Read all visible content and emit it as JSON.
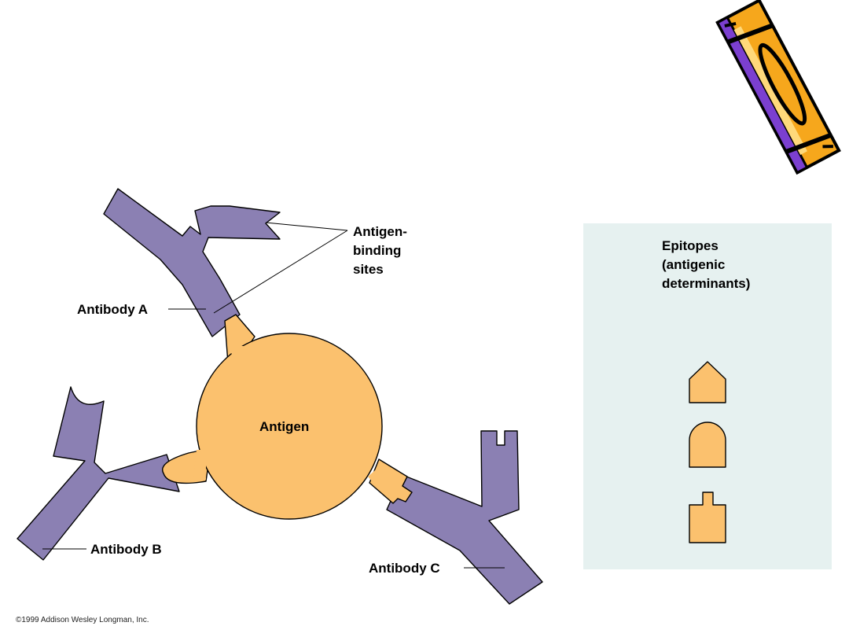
{
  "colors": {
    "antibody": "#8b80b3",
    "antigen": "#fbc16e",
    "panel": "#e6f1f0",
    "outline": "#000000"
  },
  "labels": {
    "antigen_binding_sites": [
      "Antigen-",
      "binding",
      "sites"
    ],
    "antibody_a": "Antibody A",
    "antibody_b": "Antibody B",
    "antibody_c": "Antibody C",
    "antigen": "Antigen",
    "epitopes": [
      "Epitopes",
      "(antigenic",
      "determinants)"
    ],
    "copyright": "©1999 Addison Wesley Longman, Inc."
  },
  "icons": {
    "decoration": "pencil-clipart-icon",
    "epitopes": [
      "pentagon-epitope-icon",
      "dome-epitope-icon",
      "notched-epitope-icon"
    ]
  }
}
